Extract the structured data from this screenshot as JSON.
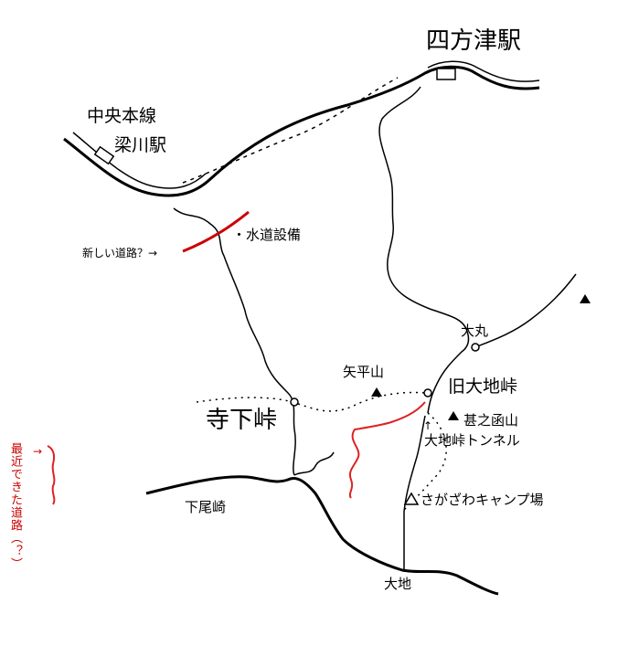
{
  "labels": {
    "shikatsu_station": "四方津駅",
    "chuo_line": "中央本線",
    "yanagawa_station": "梁川駅",
    "water_facility": "・水道設備",
    "new_road": "新しい道路？→",
    "omaru": "大丸",
    "yahirayama": "矢平山",
    "old_ochi_pass": "旧大地峠",
    "jinnokoyama": "甚之函山",
    "ochi_tunnel": "大地峠トンネル",
    "tunnel_arrow": "↑",
    "teragesawa_pass": "寺下峠",
    "shimoozaki": "下尾崎",
    "sagazawa_camp": "さがざわキャンプ場",
    "ochi": "大地",
    "recent_road": "最近できた道路（？）",
    "recent_arrow": "→"
  },
  "colors": {
    "road": "#000000",
    "new_road": "#cc0000",
    "recent_road": "#dd2222"
  },
  "icons": [
    "mountain-peak-icon",
    "pass-marker-icon",
    "railway-track-icon",
    "camp-icon"
  ]
}
